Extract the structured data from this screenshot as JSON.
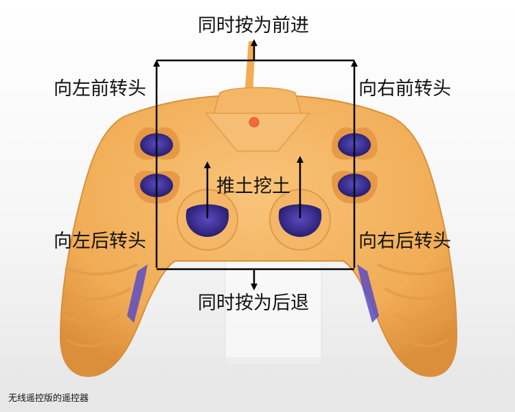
{
  "labels": {
    "forward": "同时按为前进",
    "backward": "同时按为后退",
    "left_forward": "向左前转头",
    "right_forward": "向右前转头",
    "left_backward": "向左后转头",
    "right_backward": "向右后转头",
    "dig": "推土挖土"
  },
  "caption": "无线遥控版的遥控器",
  "colors": {
    "body": "#f3b25d",
    "body_shadow": "#d98f3c",
    "button_face": "#3a2c8c",
    "button_rim": "#e79a45",
    "arrow": "#000000",
    "background": "#f3f3f3"
  }
}
